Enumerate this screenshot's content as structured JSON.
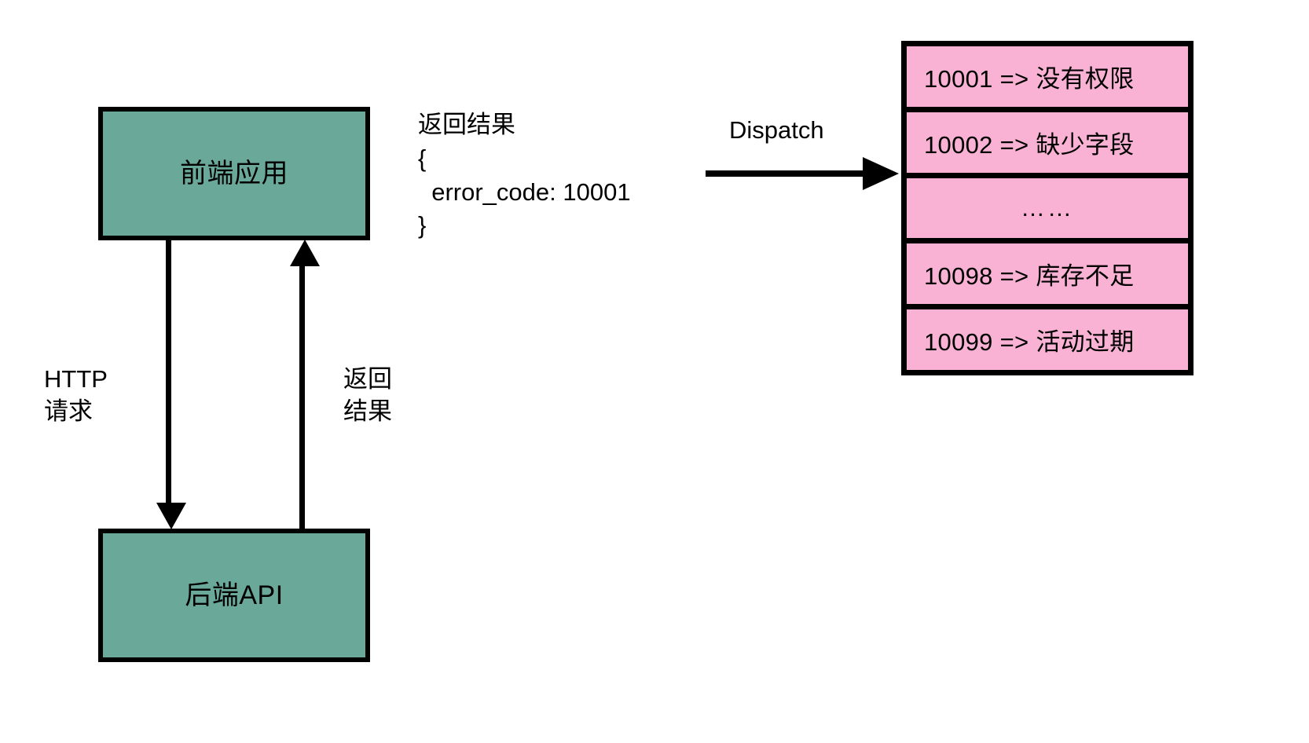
{
  "diagram": {
    "title": "Frontend / Backend API error-code dispatch flow",
    "colors": {
      "process_fill": "#6aa99a",
      "table_fill": "#f9b2d4",
      "stroke": "#000000",
      "background": "#ffffff"
    },
    "nodes": {
      "frontend": {
        "label": "前端应用"
      },
      "backend": {
        "label": "后端API"
      }
    },
    "edges": {
      "request": {
        "label": "HTTP\n请求"
      },
      "response": {
        "label": "返回\n结果"
      },
      "dispatch": {
        "label": "Dispatch"
      }
    },
    "payload": {
      "heading": "返回结果",
      "open_brace": "{",
      "body": "  error_code: 10001",
      "close_brace": "}",
      "text": "返回结果\n{\n  error_code: 10001\n}"
    },
    "error_table": {
      "rows": [
        {
          "code": "10001",
          "arrow": "=>",
          "message": "没有权限",
          "text": "10001 => 没有权限"
        },
        {
          "code": "10002",
          "arrow": "=>",
          "message": "缺少字段",
          "text": "10002 => 缺少字段"
        },
        {
          "code": "",
          "arrow": "",
          "message": "……",
          "text": "……"
        },
        {
          "code": "10098",
          "arrow": "=>",
          "message": "库存不足",
          "text": "10098 => 库存不足"
        },
        {
          "code": "10099",
          "arrow": "=>",
          "message": "活动过期",
          "text": "10099 => 活动过期"
        }
      ]
    }
  }
}
